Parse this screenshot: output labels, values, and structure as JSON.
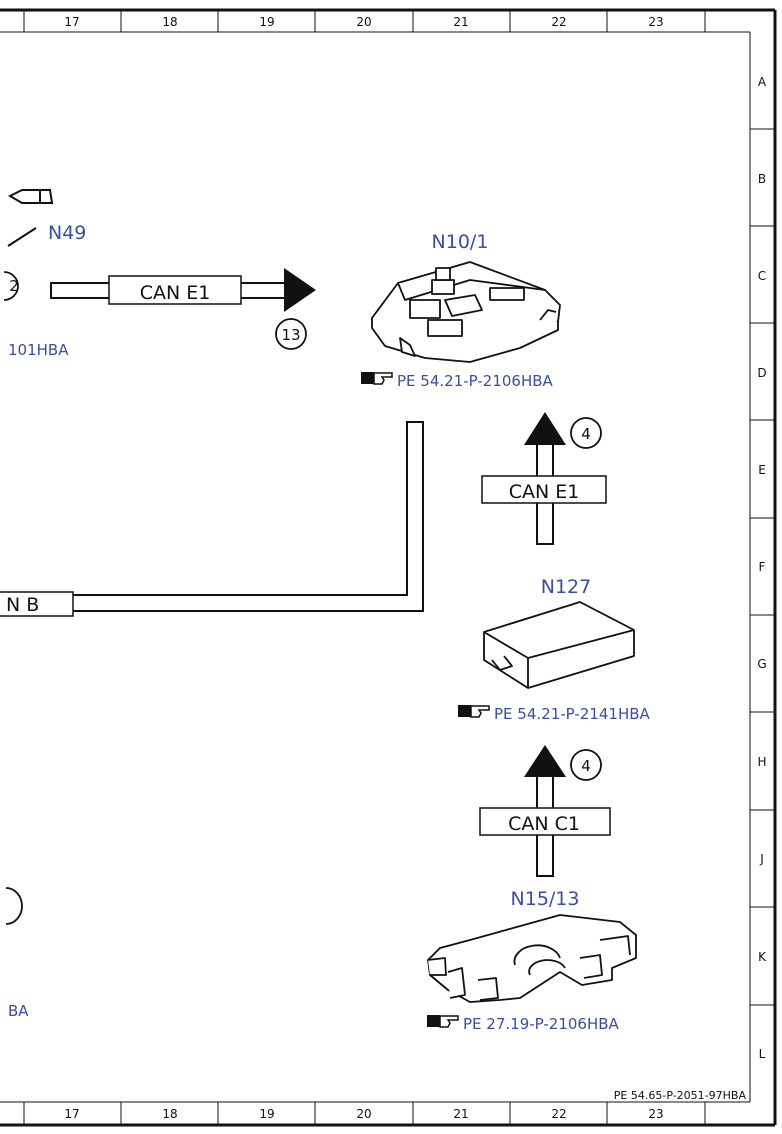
{
  "ruler": {
    "columns": [
      "17",
      "18",
      "19",
      "20",
      "21",
      "22",
      "23"
    ],
    "rows": [
      "A",
      "B",
      "C",
      "D",
      "E",
      "F",
      "G",
      "H",
      "J",
      "K",
      "L"
    ]
  },
  "components": {
    "n49": {
      "label": "N49",
      "ref_partial": "101HBA",
      "circle": "2"
    },
    "n10_1": {
      "label": "N10/1",
      "ref": "PE 54.21-P-2106HBA"
    },
    "n127": {
      "label": "N127",
      "ref": "PE 54.21-P-2141HBA"
    },
    "n15_13": {
      "label": "N15/13",
      "ref": "PE 27.19-P-2106HBA"
    },
    "left_bottom": {
      "ref_partial": "BA"
    }
  },
  "buses": {
    "top_left": {
      "label": "CAN E1",
      "circle": "13"
    },
    "upper_right": {
      "label": "CAN E1",
      "circle": "4"
    },
    "left_mid": {
      "label": "N B"
    },
    "lower_right": {
      "label": "CAN C1",
      "circle": "4"
    }
  },
  "doc_id": "PE 54.65-P-2051-97HBA",
  "icons": {
    "reference": "pointing-hand-icon"
  },
  "colors": {
    "label_blue": "#3a4fa0",
    "line": "#111111"
  }
}
